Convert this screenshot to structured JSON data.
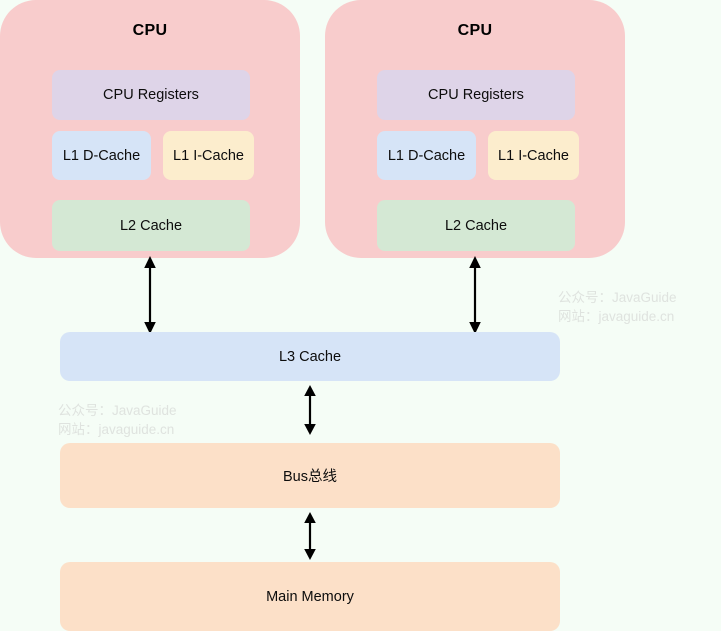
{
  "background_color": "#f5fdf6",
  "diagram": {
    "type": "cpu-cache-hierarchy",
    "cpus": [
      {
        "title": "CPU",
        "panel_color": "#f8cccc",
        "components": [
          {
            "label": "CPU Registers",
            "color": "#ded4e8"
          },
          {
            "label": "L1 D-Cache",
            "color": "#d6e4f7"
          },
          {
            "label": "L1 I-Cache",
            "color": "#fcedcd"
          },
          {
            "label": "L2 Cache",
            "color": "#d4e8d4"
          }
        ]
      },
      {
        "title": "CPU",
        "panel_color": "#f8cccc",
        "components": [
          {
            "label": "CPU Registers",
            "color": "#ded4e8"
          },
          {
            "label": "L1 D-Cache",
            "color": "#d6e4f7"
          },
          {
            "label": "L1 I-Cache",
            "color": "#fcedcd"
          },
          {
            "label": "L2 Cache",
            "color": "#d4e8d4"
          }
        ]
      }
    ],
    "shared_levels": [
      {
        "label": "L3 Cache",
        "color": "#d6e4f7"
      },
      {
        "label": "Bus总线",
        "color": "#fce0c8"
      },
      {
        "label": "Main Memory",
        "color": "#fce0c8"
      }
    ],
    "connectors": [
      {
        "name": "cpu1-to-l3",
        "style": "double-arrow"
      },
      {
        "name": "cpu2-to-l3",
        "style": "double-arrow"
      },
      {
        "name": "l3-to-bus",
        "style": "double-arrow"
      },
      {
        "name": "bus-to-memory",
        "style": "double-arrow"
      }
    ]
  },
  "watermarks": [
    {
      "position": "right",
      "line1": "公众号：JavaGuide",
      "line2": "网站：javaguide.cn",
      "color": "#dfe3df"
    },
    {
      "position": "left",
      "line1": "公众号：JavaGuide",
      "line2": "网站：javaguide.cn",
      "color": "#dfe3df"
    }
  ]
}
